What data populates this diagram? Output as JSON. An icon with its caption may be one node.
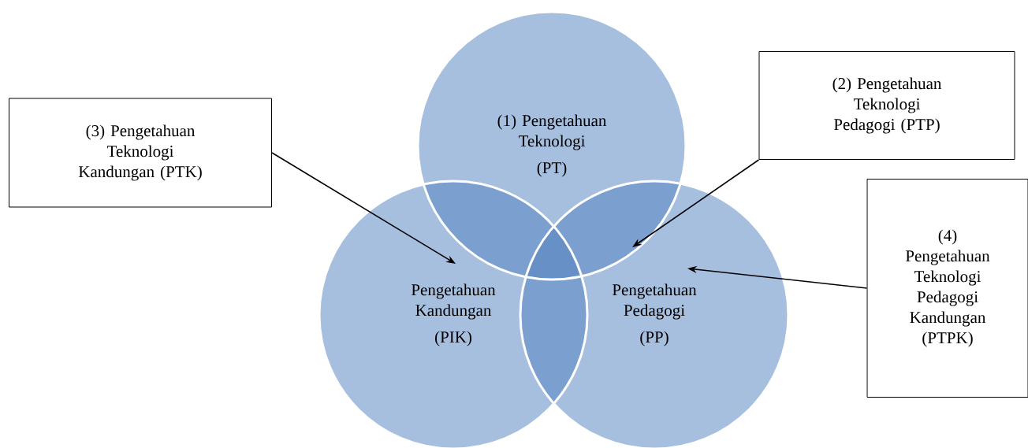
{
  "diagram": {
    "nodes": [
      {
        "text": [
          "(1) Pengetahuan Teknologi",
          "(PT)"
        ]
      },
      {
        "text": [
          "Pengetahuan Kandungan",
          "(PIK)"
        ]
      },
      {
        "text": [
          "Pengetahuan Pedagogi",
          "(PP)"
        ]
      },
      {
        "text": [
          "(3) Pengetahuan Teknologi Kandungan (PTK)"
        ]
      },
      {
        "text": [
          "(2) Pengetahuan Teknologi Pedagogi (PTP)"
        ]
      },
      {
        "text": [
          "(4) Pengetahuan Teknologi Pedagogi Kandungan (PTPK)"
        ]
      }
    ],
    "edges": [
      {
        "from": 3,
        "to": 1,
        "arrow": "to"
      },
      {
        "from": 4,
        "to": 2,
        "arrow": "to"
      },
      {
        "from": 5,
        "to": 2,
        "arrow": "to"
      }
    ]
  }
}
